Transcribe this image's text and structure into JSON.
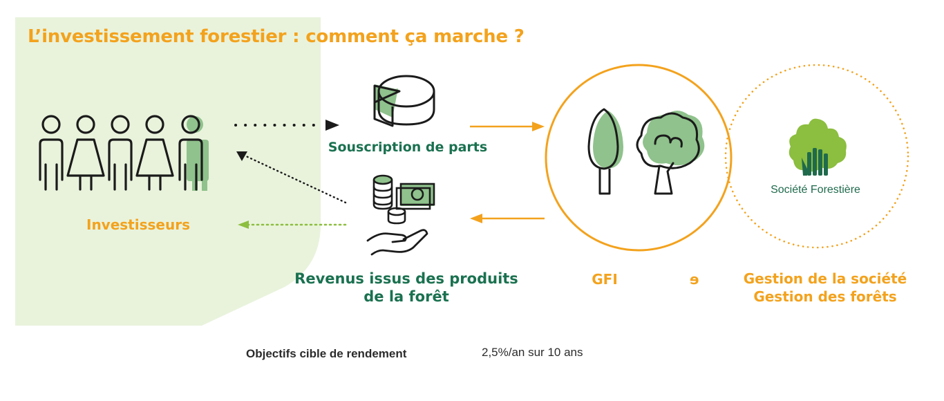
{
  "title": "L’investissement forestier : comment ça marche ?",
  "investors": {
    "label": "Investisseurs"
  },
  "subscription": {
    "label": "Souscription de parts"
  },
  "revenues": {
    "line1": "Revenus issus des produits",
    "line2": "de la forêt"
  },
  "gfi": {
    "label": "GFI",
    "trailing": "ɘ"
  },
  "company": {
    "brand": "Société Forestière",
    "line1": "Gestion de la société",
    "line2": "Gestion des forêts"
  },
  "objectives": {
    "label": "Objectifs cible de rendement",
    "value": "2,5%/an sur 10 ans"
  },
  "colors": {
    "orange": "#f3a21d",
    "green_dark": "#1a7150",
    "green_light": "#8fc28c",
    "panel": "#e9f3dc",
    "ink": "#1b1b1b"
  },
  "icons": [
    "investors-icon",
    "pie-icon",
    "coins-icon",
    "hand-icon",
    "tree-icon",
    "brand-leaf-icon"
  ]
}
